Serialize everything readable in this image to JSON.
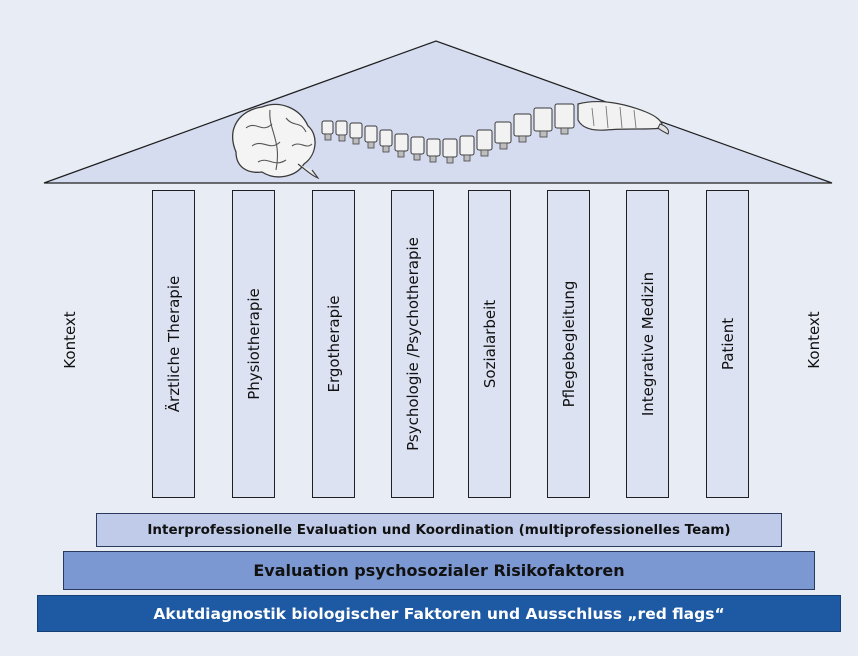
{
  "pillars": [
    {
      "label": "Ärztliche Therapie"
    },
    {
      "label": "Physiotherapie"
    },
    {
      "label": "Ergotherapie"
    },
    {
      "label": "Psychologie /Psychotherapie"
    },
    {
      "label": "Sozialarbeit"
    },
    {
      "label": "Pflegebegleitung"
    },
    {
      "label": "Integrative Medizin"
    },
    {
      "label": "Patient"
    }
  ],
  "context": {
    "left": "Kontext",
    "right": "Kontext"
  },
  "foundation": {
    "top_step": "Interprofessionelle Evaluation und Koordination (multiprofessionelles Team)",
    "middle_step": "Evaluation psychosozialer Risikofaktoren",
    "bottom_step": "Akutdiagnostik biologischer Faktoren und Ausschluss „red flags“"
  },
  "roof": {
    "illustrations": [
      "brain-icon",
      "spine-icon"
    ]
  },
  "colors": {
    "background": "#e7ecf5",
    "roof_fill": "#d6dcf0",
    "pillar_fill": "#dde2f3",
    "step_light": "#bfcbe8",
    "step_mid": "#7c98d2",
    "step_dark": "#1e5aa4"
  }
}
